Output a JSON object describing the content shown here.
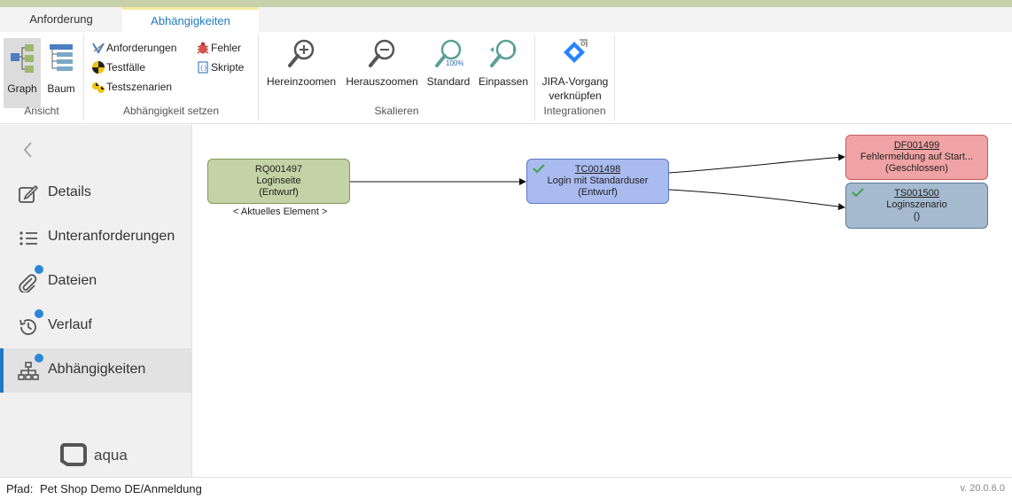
{
  "tabs": [
    {
      "label": "Anforderung"
    },
    {
      "label": "Abhängigkeiten"
    }
  ],
  "ribbon": {
    "groups": {
      "ansicht": "Ansicht",
      "set": "Abhängigkeit setzen",
      "skalieren": "Skalieren",
      "integrationen": "Integrationen"
    },
    "view_buttons": {
      "graph": "Graph",
      "baum": "Baum"
    },
    "dependency_buttons": {
      "anforderungen": "Anforderungen",
      "testfaelle": "Testfälle",
      "testszenarien": "Testszenarien",
      "fehler": "Fehler",
      "skripte": "Skripte"
    },
    "scale_buttons": {
      "hereinzoomen": "Hereinzoomen",
      "herauszoomen": "Herauszoomen",
      "standard": "Standard",
      "standard_badge": "100%",
      "einpassen": "Einpassen"
    },
    "integration_buttons": {
      "jira_line1": "JIRA-Vorgang",
      "jira_line2": "verknüpfen"
    }
  },
  "sidebar": {
    "items": [
      {
        "label": "Details",
        "icon": "edit-icon",
        "badge": false
      },
      {
        "label": "Unteranforderungen",
        "icon": "list-icon",
        "badge": false
      },
      {
        "label": "Dateien",
        "icon": "paperclip-icon",
        "badge": true
      },
      {
        "label": "Verlauf",
        "icon": "history-icon",
        "badge": true
      },
      {
        "label": "Abhängigkeiten",
        "icon": "hierarchy-icon",
        "badge": true
      }
    ],
    "logo_text": "aqua"
  },
  "graph": {
    "nodes": {
      "req": {
        "id": "RQ001497",
        "title": "Loginseite",
        "status": "(Entwurf)",
        "caption": "< Aktuelles Element >"
      },
      "tc": {
        "id": "TC001498",
        "title": "Login mit Standarduser",
        "status": "(Entwurf)"
      },
      "df": {
        "id": "DF001499",
        "title": "Fehlermeldung auf Start...",
        "status": "(Geschlossen)"
      },
      "ts": {
        "id": "TS001500",
        "title": "Loginszenario",
        "status": "()"
      }
    },
    "colors": {
      "req": "#c3d3a5",
      "tc": "#a9bbef",
      "df": "#f0a3a4",
      "ts": "#a5bace",
      "check": "#4caf50"
    }
  },
  "status": {
    "path_label": "Pfad:",
    "path_value": "Pet Shop Demo DE/Anmeldung",
    "version": "v. 20.0.6.0"
  },
  "accent": "#1f7ac4"
}
